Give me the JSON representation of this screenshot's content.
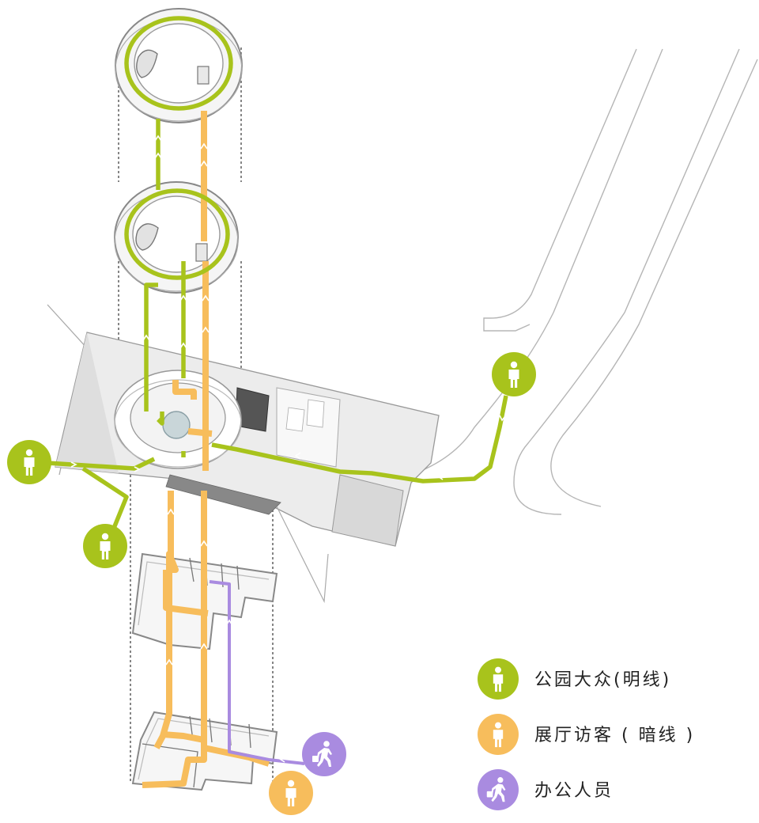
{
  "colors": {
    "public": "#a8c31c",
    "visitor": "#f7bd5c",
    "office": "#a98be0",
    "structure_line": "#9a9a9a",
    "structure_fill": "#f2f2f2",
    "guide_line": "#444444"
  },
  "legend": [
    {
      "label": "公园大众(明线)",
      "color": "#a8c31c",
      "icon": "person-icon"
    },
    {
      "label": "展厅访客 ( 暗线 )",
      "color": "#f7bd5c",
      "icon": "person-icon"
    },
    {
      "label": "办公人员",
      "color": "#a98be0",
      "icon": "walking-person-with-bag-icon"
    }
  ],
  "markers": [
    {
      "id": "public-entry-west",
      "color": "#a8c31c",
      "icon": "person-icon"
    },
    {
      "id": "public-entry-southwest",
      "color": "#a8c31c",
      "icon": "person-icon"
    },
    {
      "id": "public-entry-east",
      "color": "#a8c31c",
      "icon": "person-icon"
    },
    {
      "id": "visitor-entry",
      "color": "#f7bd5c",
      "icon": "person-icon"
    },
    {
      "id": "office-entry",
      "color": "#a98be0",
      "icon": "walking-person-with-bag-icon"
    }
  ]
}
